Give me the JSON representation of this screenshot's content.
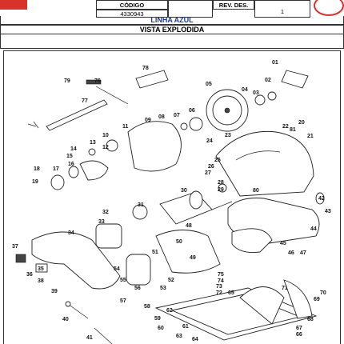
{
  "header": {
    "codigo_label": "CÓDIGO",
    "codigo_value": "4330943",
    "rev_label": "REV. DES.",
    "rev_value": "1"
  },
  "line_title": "LINHA AZUL",
  "view_title": "VISTA EXPLODIDA",
  "parts": [
    "01",
    "02",
    "03",
    "04",
    "05",
    "06",
    "07",
    "08",
    "09",
    "10",
    "11",
    "12",
    "13",
    "14",
    "15",
    "16",
    "17",
    "18",
    "19",
    "20",
    "21",
    "22",
    "23",
    "24",
    "25",
    "26",
    "27",
    "28",
    "29",
    "30",
    "31",
    "32",
    "33",
    "34",
    "35",
    "36",
    "37",
    "38",
    "39",
    "40",
    "41",
    "42",
    "43",
    "44",
    "45",
    "46",
    "47",
    "48",
    "49",
    "50",
    "51",
    "52",
    "53",
    "54",
    "55",
    "56",
    "57",
    "58",
    "59",
    "60",
    "61",
    "62",
    "63",
    "64",
    "65",
    "66",
    "67",
    "68",
    "69",
    "70",
    "71",
    "72",
    "73",
    "74",
    "75",
    "76",
    "77",
    "78",
    "79",
    "80",
    "81"
  ],
  "colors": {
    "accent": "#d8322a",
    "line_title": "#1f3b9a"
  }
}
